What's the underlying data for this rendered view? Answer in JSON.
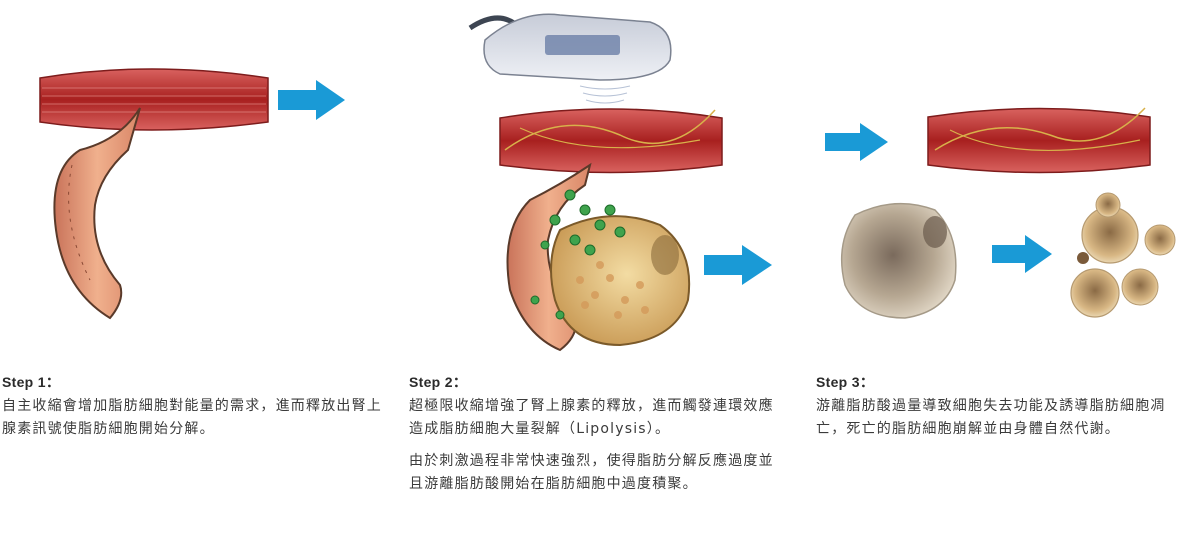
{
  "colors": {
    "arrow": "#1a9ad6",
    "muscle": "#b02a2c",
    "nerve": "#e3a07c",
    "nerve_outline": "#5a3a2a",
    "fat_cell": "#e6c98a",
    "droplet": "#3fa34d"
  },
  "icons": [
    "muscle-fiber",
    "nerve-ending",
    "arrow-right",
    "hifem-device",
    "fat-cell",
    "dying-fat-cell"
  ],
  "steps": [
    {
      "title": "Step 1：",
      "paragraphs": [
        "自主收縮會增加脂肪細胞對能量的需求，進而釋放出腎上腺素訊號使脂肪細胞開始分解。"
      ]
    },
    {
      "title": "Step 2：",
      "paragraphs": [
        "超極限收縮增強了腎上腺素的釋放，進而觸發連環效應造成脂肪細胞大量裂解（Lipolysis）。",
        "由於刺激過程非常快速強烈，使得脂肪分解反應過度並且游離脂肪酸開始在脂肪細胞中過度積聚。"
      ]
    },
    {
      "title": "Step 3：",
      "paragraphs": [
        "游離脂肪酸過量導致細胞失去功能及誘導脂肪細胞凋亡，死亡的脂肪細胞崩解並由身體自然代謝。"
      ]
    }
  ]
}
